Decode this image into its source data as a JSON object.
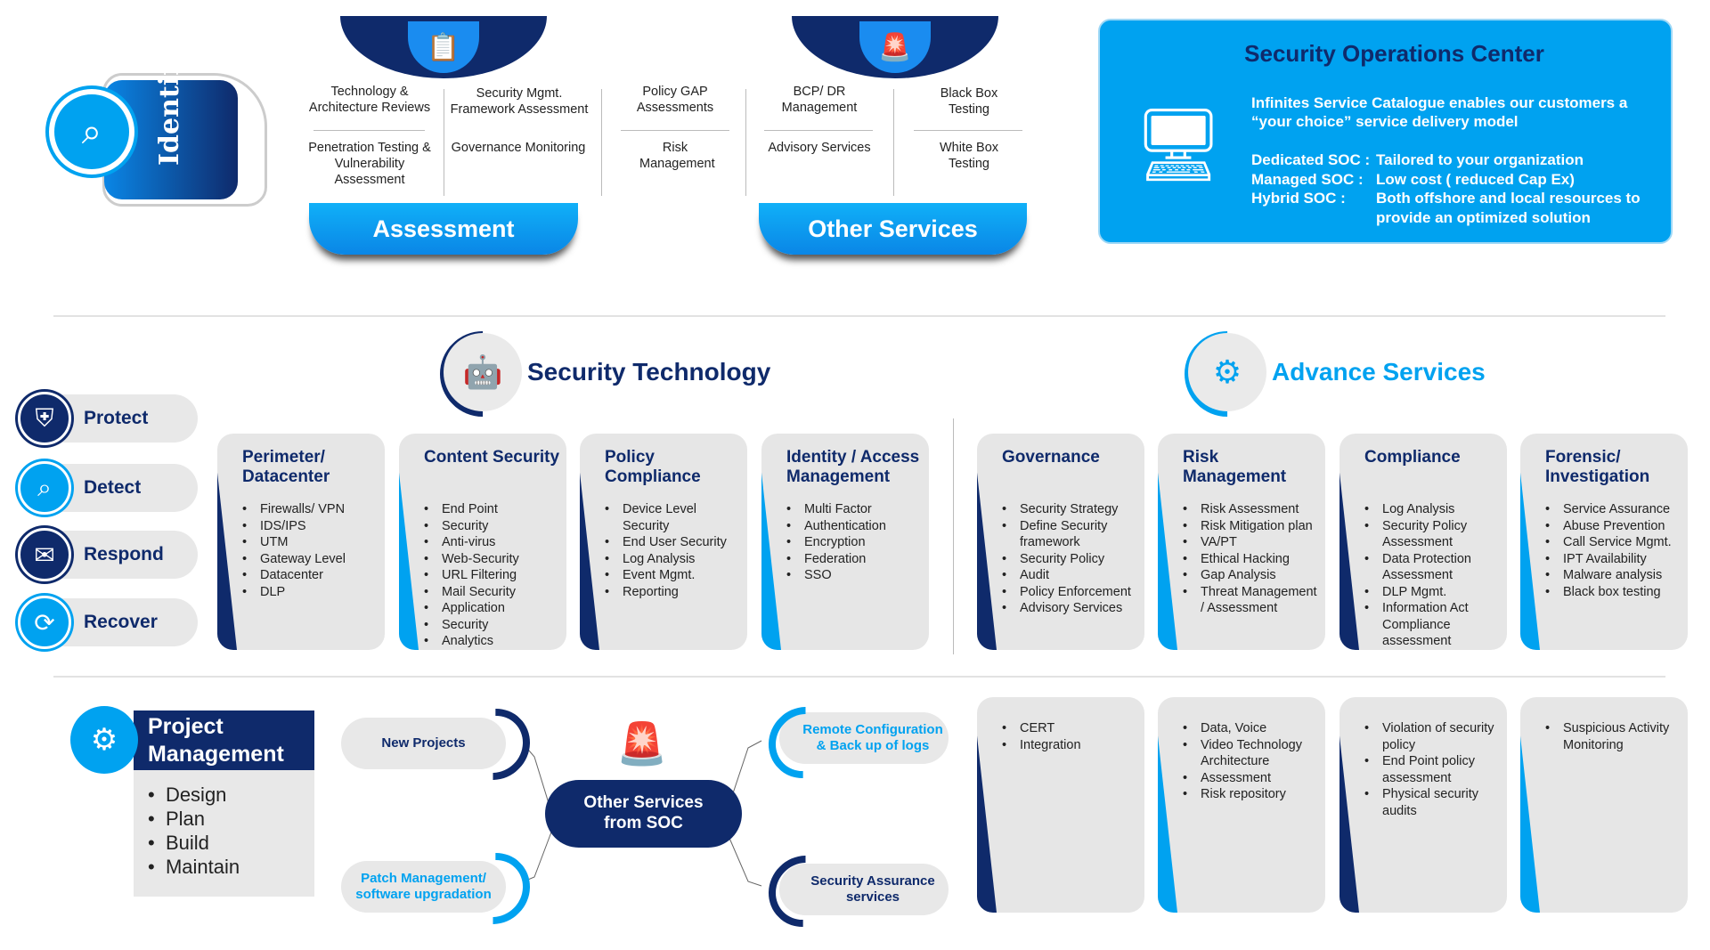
{
  "identify": {
    "label": "Identify"
  },
  "assessment": {
    "label": "Assessment",
    "icon": "clipboard-icon",
    "items": [
      {
        "top": "Technology & Architecture Reviews",
        "bottom": "Penetration Testing & Vulnerability Assessment"
      },
      {
        "top": "Security Mgmt. Framework Assessment",
        "bottom": "Governance Monitoring"
      },
      {
        "top": "Policy GAP Assessments",
        "bottom": "Risk Management"
      }
    ]
  },
  "other": {
    "label": "Other Services",
    "icon": "alarm-icon",
    "items": [
      {
        "top": "BCP/ DR Management",
        "bottom": "Advisory Services"
      },
      {
        "top": "Black Box Testing",
        "bottom": "White Box Testing"
      }
    ]
  },
  "soc": {
    "title": "Security Operations Center",
    "intro": "Infinites Service Catalogue enables our customers a “your choice” service delivery model",
    "models": [
      {
        "k": "Dedicated SOC :",
        "v": "Tailored to your organization"
      },
      {
        "k": "Managed SOC :",
        "v": "Low cost ( reduced Cap Ex)"
      },
      {
        "k": "Hybrid SOC :",
        "v": "Both offshore and local resources to provide an optimized solution"
      }
    ]
  },
  "sections": {
    "tech": "Security Technology",
    "adv": "Advance Services"
  },
  "functions": [
    "Protect",
    "Detect",
    "Respond",
    "Recover"
  ],
  "cards": [
    {
      "title": "Perimeter/ Datacenter",
      "items": [
        "Firewalls/ VPN",
        "IDS/IPS",
        "UTM",
        "Gateway Level",
        "Datacenter",
        "DLP"
      ]
    },
    {
      "title": "Content Security",
      "items": [
        "End Point",
        "Security",
        "Anti-virus",
        "Web-Security",
        "URL Filtering",
        "Mail Security",
        "Application",
        "Security",
        "Analytics"
      ]
    },
    {
      "title": "Policy Compliance",
      "items": [
        "Device Level Security",
        "End User Security",
        "Log Analysis",
        "Event Mgmt.",
        "Reporting"
      ]
    },
    {
      "title": "Identity / Access Management",
      "items": [
        "Multi Factor",
        "Authentication",
        "Encryption",
        "Federation",
        "SSO"
      ]
    },
    {
      "title": "Governance",
      "items": [
        "Security Strategy",
        "Define Security framework",
        "Security Policy",
        "Audit",
        "Policy Enforcement",
        "Advisory Services"
      ]
    },
    {
      "title": "Risk Management",
      "items": [
        "Risk Assessment",
        "Risk Mitigation  plan",
        "VA/PT",
        "Ethical Hacking",
        "Gap Analysis",
        "Threat Management / Assessment"
      ]
    },
    {
      "title": "Compliance",
      "items": [
        "Log Analysis",
        "Security Policy Assessment",
        "Data Protection Assessment",
        "DLP Mgmt.",
        "Information Act Compliance assessment"
      ]
    },
    {
      "title": "Forensic/ Investigation",
      "items": [
        "Service Assurance",
        "Abuse Prevention",
        "Call Service Mgmt.",
        "IPT Availability",
        "Malware analysis",
        "Black box testing"
      ]
    }
  ],
  "cards2": [
    [
      "CERT",
      "Integration"
    ],
    [
      "Data, Voice",
      "Video Technology Architecture",
      "Assessment",
      "Risk repository"
    ],
    [
      "Violation of security policy",
      "End Point policy assessment",
      "Physical security audits"
    ],
    [
      "Suspicious Activity Monitoring"
    ]
  ],
  "pm": {
    "title": "Project Management",
    "items": [
      "Design",
      "Plan",
      "Build",
      "Maintain"
    ]
  },
  "hub": {
    "center": "Other Services from SOC",
    "new": "New Projects",
    "patch": "Patch Management/ software upgradation",
    "remote": "Remote Configuration & Back up of logs",
    "assurance": "Security Assurance services"
  },
  "colors": {
    "navy": "#0f2a6b",
    "sky": "#00a2f0",
    "card": "#e6e6e6"
  }
}
